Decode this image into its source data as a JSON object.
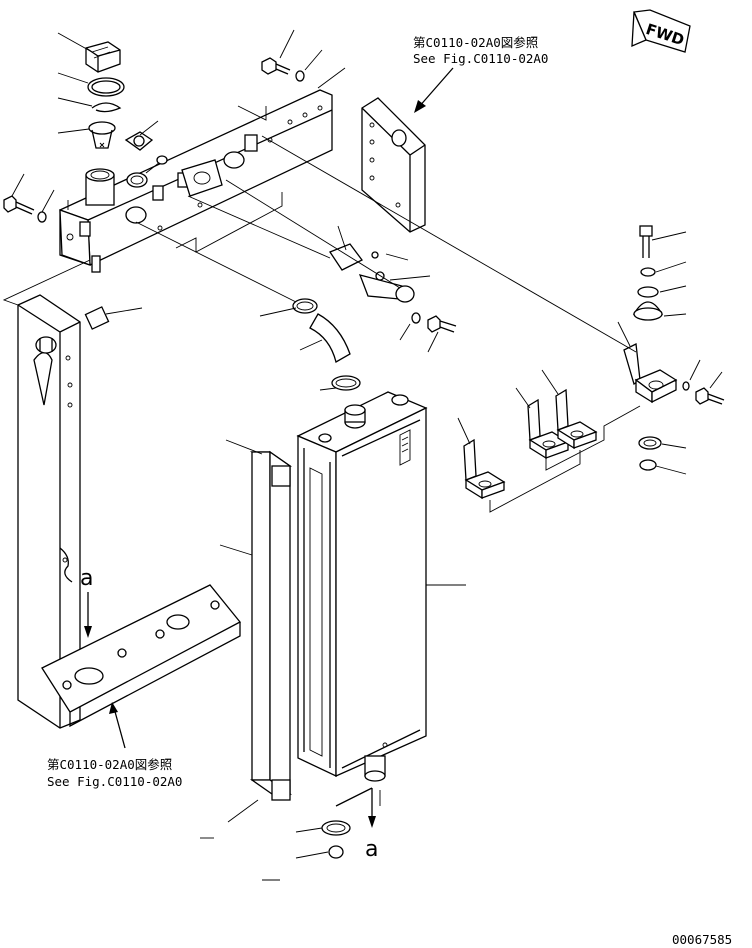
{
  "annotations": {
    "ref_top_jp": "第C0110-02A0図参照",
    "ref_top_en": "See Fig.C0110-02A0",
    "ref_bottom_jp": "第C0110-02A0図参照",
    "ref_bottom_en": "See Fig.C0110-02A0",
    "fwd": "FWD",
    "marker_upper": "a",
    "marker_lower": "a",
    "drawing_number": "00067585"
  }
}
